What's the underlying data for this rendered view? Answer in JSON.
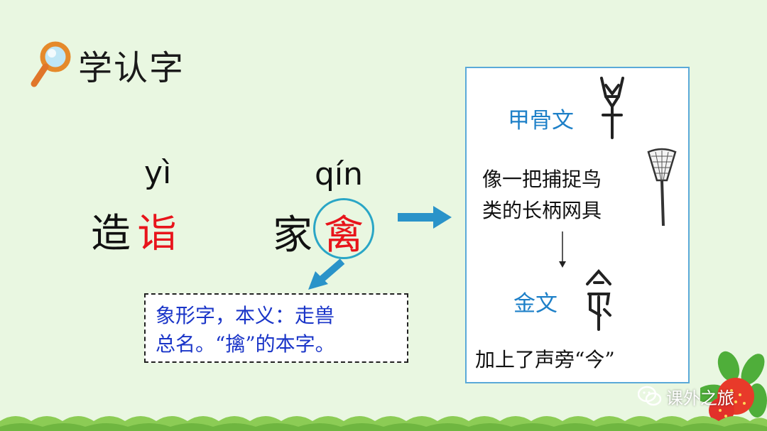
{
  "title": "学认字",
  "words": [
    {
      "pinyin": "yì",
      "prefix": "造",
      "char": "诣"
    },
    {
      "pinyin": "qín",
      "prefix": "家",
      "char": "禽"
    }
  ],
  "note": {
    "line1": "象形字，本义：走兽",
    "line2": "总名。“擒”的本字。"
  },
  "panel": {
    "oracle_label": "甲骨文",
    "description_line1": "像一把捕捉鸟",
    "description_line2": "类的长柄网具",
    "bronze_label": "金文",
    "footer": "加上了声旁“今”"
  },
  "watermark": "课外之旅",
  "colors": {
    "background": "#e9f7e1",
    "highlight_red": "#e8141b",
    "arrow_blue": "#2a93c9",
    "note_blue": "#1a35c8",
    "label_blue": "#1e80c8"
  }
}
